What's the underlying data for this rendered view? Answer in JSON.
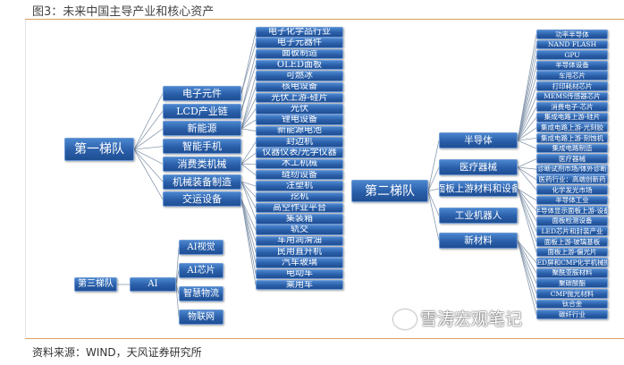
{
  "title": "图3：未来中国主导产业和核心资产",
  "source": "资料来源：WIND，天风证券研究所",
  "watermark": "雪涛宏观笔记",
  "tier1": {
    "label": "第一梯队",
    "subs": [
      {
        "label": "电子元件",
        "items": [
          0,
          1
        ]
      },
      {
        "label": "LCD产业链",
        "items": [
          2,
          3
        ]
      },
      {
        "label": "新能源",
        "items": [
          4,
          5,
          6,
          7,
          8,
          9
        ]
      },
      {
        "label": "智能手机",
        "items": []
      },
      {
        "label": "消费类机械",
        "items": [
          10,
          11,
          12,
          13
        ]
      },
      {
        "label": "机械装备制造",
        "items": [
          14,
          15,
          16,
          17
        ]
      },
      {
        "label": "交运设备",
        "items": [
          18,
          19,
          20,
          21,
          22,
          23
        ]
      }
    ],
    "list": [
      "电子化学品行业",
      "电子元器件",
      "面板制造",
      "OLED面板",
      "可燃冰",
      "核电设备",
      "光伏上游-硅片",
      "光伏",
      "锂电设备",
      "新能源电池",
      "封边机",
      "仪器仪表/光学仪器",
      "木工机械",
      "缝纫设备",
      "注塑机",
      "挖机",
      "高空作业平台",
      "集装箱",
      "轨交",
      "车用润滑油",
      "民用直升机",
      "汽车玻璃",
      "电动车",
      "乘用车"
    ]
  },
  "tier2": {
    "label": "第二梯队",
    "subs": [
      {
        "label": "半导体",
        "items": [
          0,
          1,
          2,
          3,
          4,
          5,
          6,
          7,
          8,
          9,
          10,
          11
        ]
      },
      {
        "label": "医疗器械",
        "items": [
          12,
          13,
          14,
          15
        ]
      },
      {
        "label": "面板上游材料和设备",
        "items": [
          16,
          17,
          18,
          19,
          20,
          21
        ]
      },
      {
        "label": "工业机器人",
        "items": []
      },
      {
        "label": "新材料",
        "items": [
          22,
          23,
          24,
          25,
          26,
          27
        ]
      }
    ],
    "list": [
      "功率半导体",
      "NAND FLASH",
      "GPU",
      "半导体设备",
      "车用芯片",
      "打印耗材芯片",
      "MEMS传感器芯片",
      "消费电子-芯片",
      "集成电路上游-硅片",
      "集成电路上游-光刻胶",
      "集成电路上游-刻蚀机",
      "集成电路制造",
      "医疗器械",
      "诊断试剂市场/体外诊断",
      "医药行业：高端创新药",
      "化学发光市场",
      "半导体工业",
      "半导体显示面板上游-设备",
      "面板检测设备",
      "LED芯片和封装产业",
      "面板上游-玻璃基板",
      "面板上游-偏光片",
      "OLED屏和CMP化学机械抛光",
      "聚酰亚胺材料",
      "聚碳酸酯",
      "CMP抛光材料",
      "钛合金",
      "碳纤行业"
    ]
  },
  "tier3": {
    "label": "第三梯队",
    "ai": "AI",
    "subs": [
      "AI视觉",
      "AI芯片",
      "智慧物流",
      "物联网"
    ]
  },
  "colors": {
    "box": "#2a5ea8",
    "line": "#8a9bb0"
  }
}
